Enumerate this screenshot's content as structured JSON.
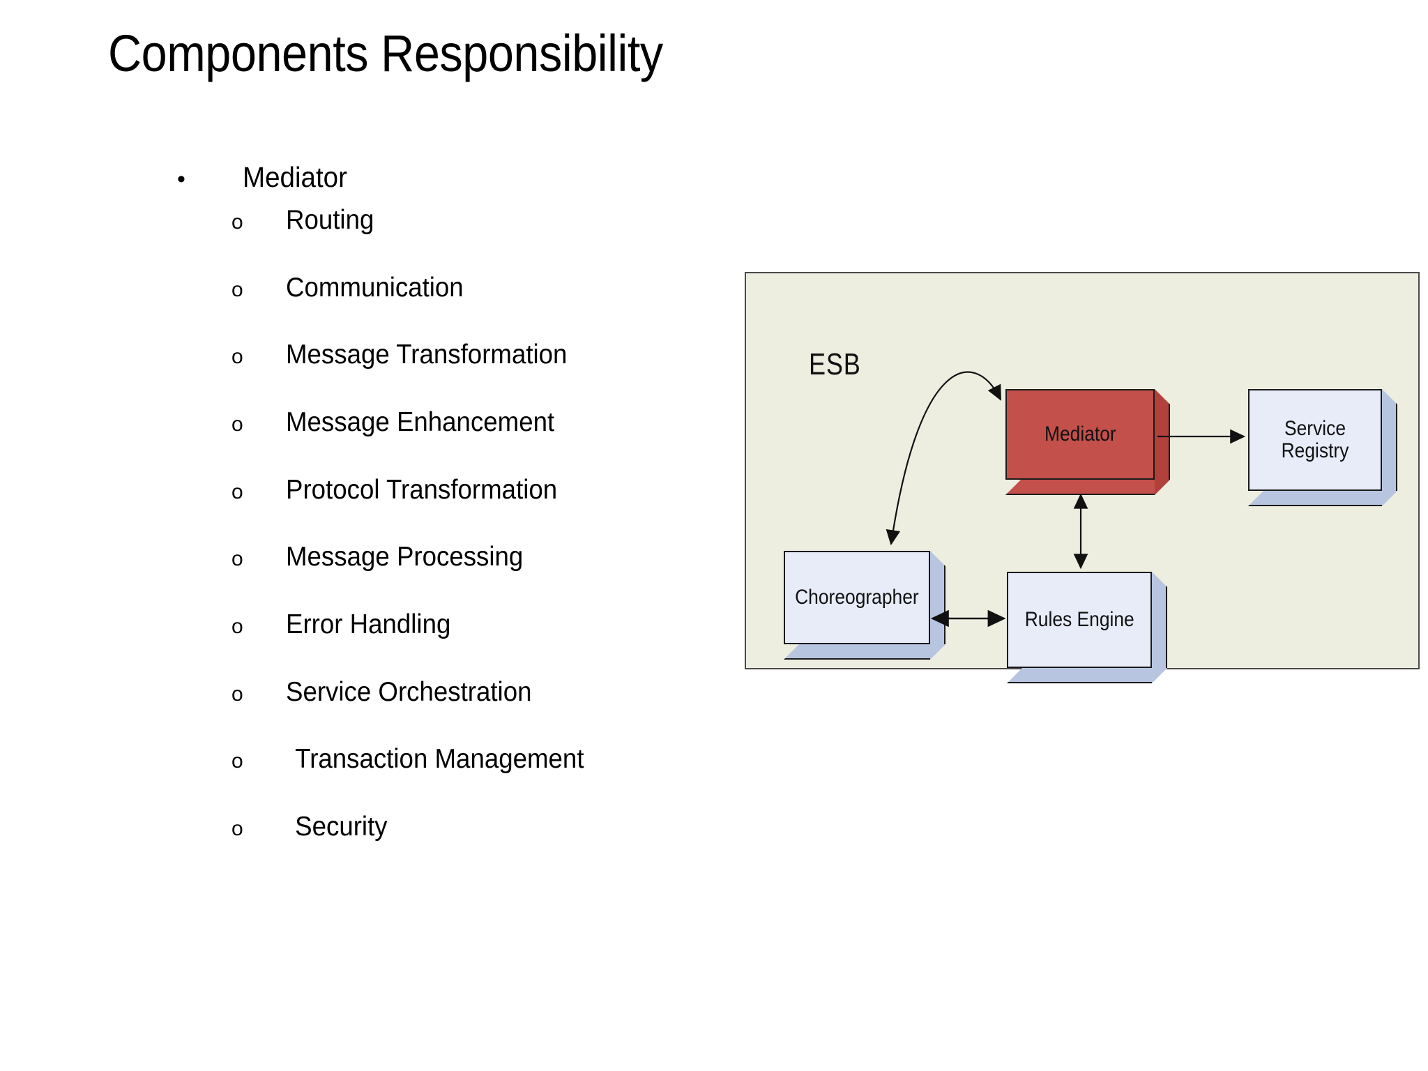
{
  "slide": {
    "title": "Components Responsibility"
  },
  "bullets": [
    {
      "marker": "•",
      "label": "Mediator",
      "level": 0
    },
    {
      "marker": "o",
      "label": "Routing",
      "level": 1
    },
    {
      "marker": "o",
      "label": "Communication",
      "level": 1
    },
    {
      "marker": "o",
      "label": "Message Transformation",
      "level": 1
    },
    {
      "marker": "o",
      "label": "Message Enhancement",
      "level": 1
    },
    {
      "marker": "o",
      "label": "Protocol Transformation",
      "level": 1
    },
    {
      "marker": "o",
      "label": "Message Processing",
      "level": 1
    },
    {
      "marker": "o",
      "label": "Error Handling",
      "level": 1
    },
    {
      "marker": "o",
      "label": "Service Orchestration",
      "level": 1
    },
    {
      "marker": "o",
      "label": "Transaction Management",
      "level": 1
    },
    {
      "marker": "o",
      "label": "Security",
      "level": 1
    }
  ],
  "diagram": {
    "panel_label": "ESB",
    "panel_background": "#EDEEE0",
    "panel_border": "#4a4a4a",
    "nodes": {
      "mediator": {
        "label": "Mediator",
        "color": "#C4504B"
      },
      "service_registry": {
        "label": "Service Registry",
        "line1": "Service",
        "line2": "Registry",
        "color": "#E8ECF9"
      },
      "choreographer": {
        "label": "Choreographer",
        "color": "#E8ECF9"
      },
      "rules_engine": {
        "label": "Rules Engine",
        "color": "#E8ECF9"
      }
    },
    "connectors": [
      {
        "from": "mediator",
        "to": "choreographer",
        "style": "curved",
        "heads": "both"
      },
      {
        "from": "mediator",
        "to": "service_registry",
        "style": "straight",
        "heads": "end"
      },
      {
        "from": "mediator",
        "to": "rules_engine",
        "style": "vertical",
        "heads": "both"
      },
      {
        "from": "choreographer",
        "to": "rules_engine",
        "style": "horizontal",
        "heads": "both"
      }
    ]
  }
}
